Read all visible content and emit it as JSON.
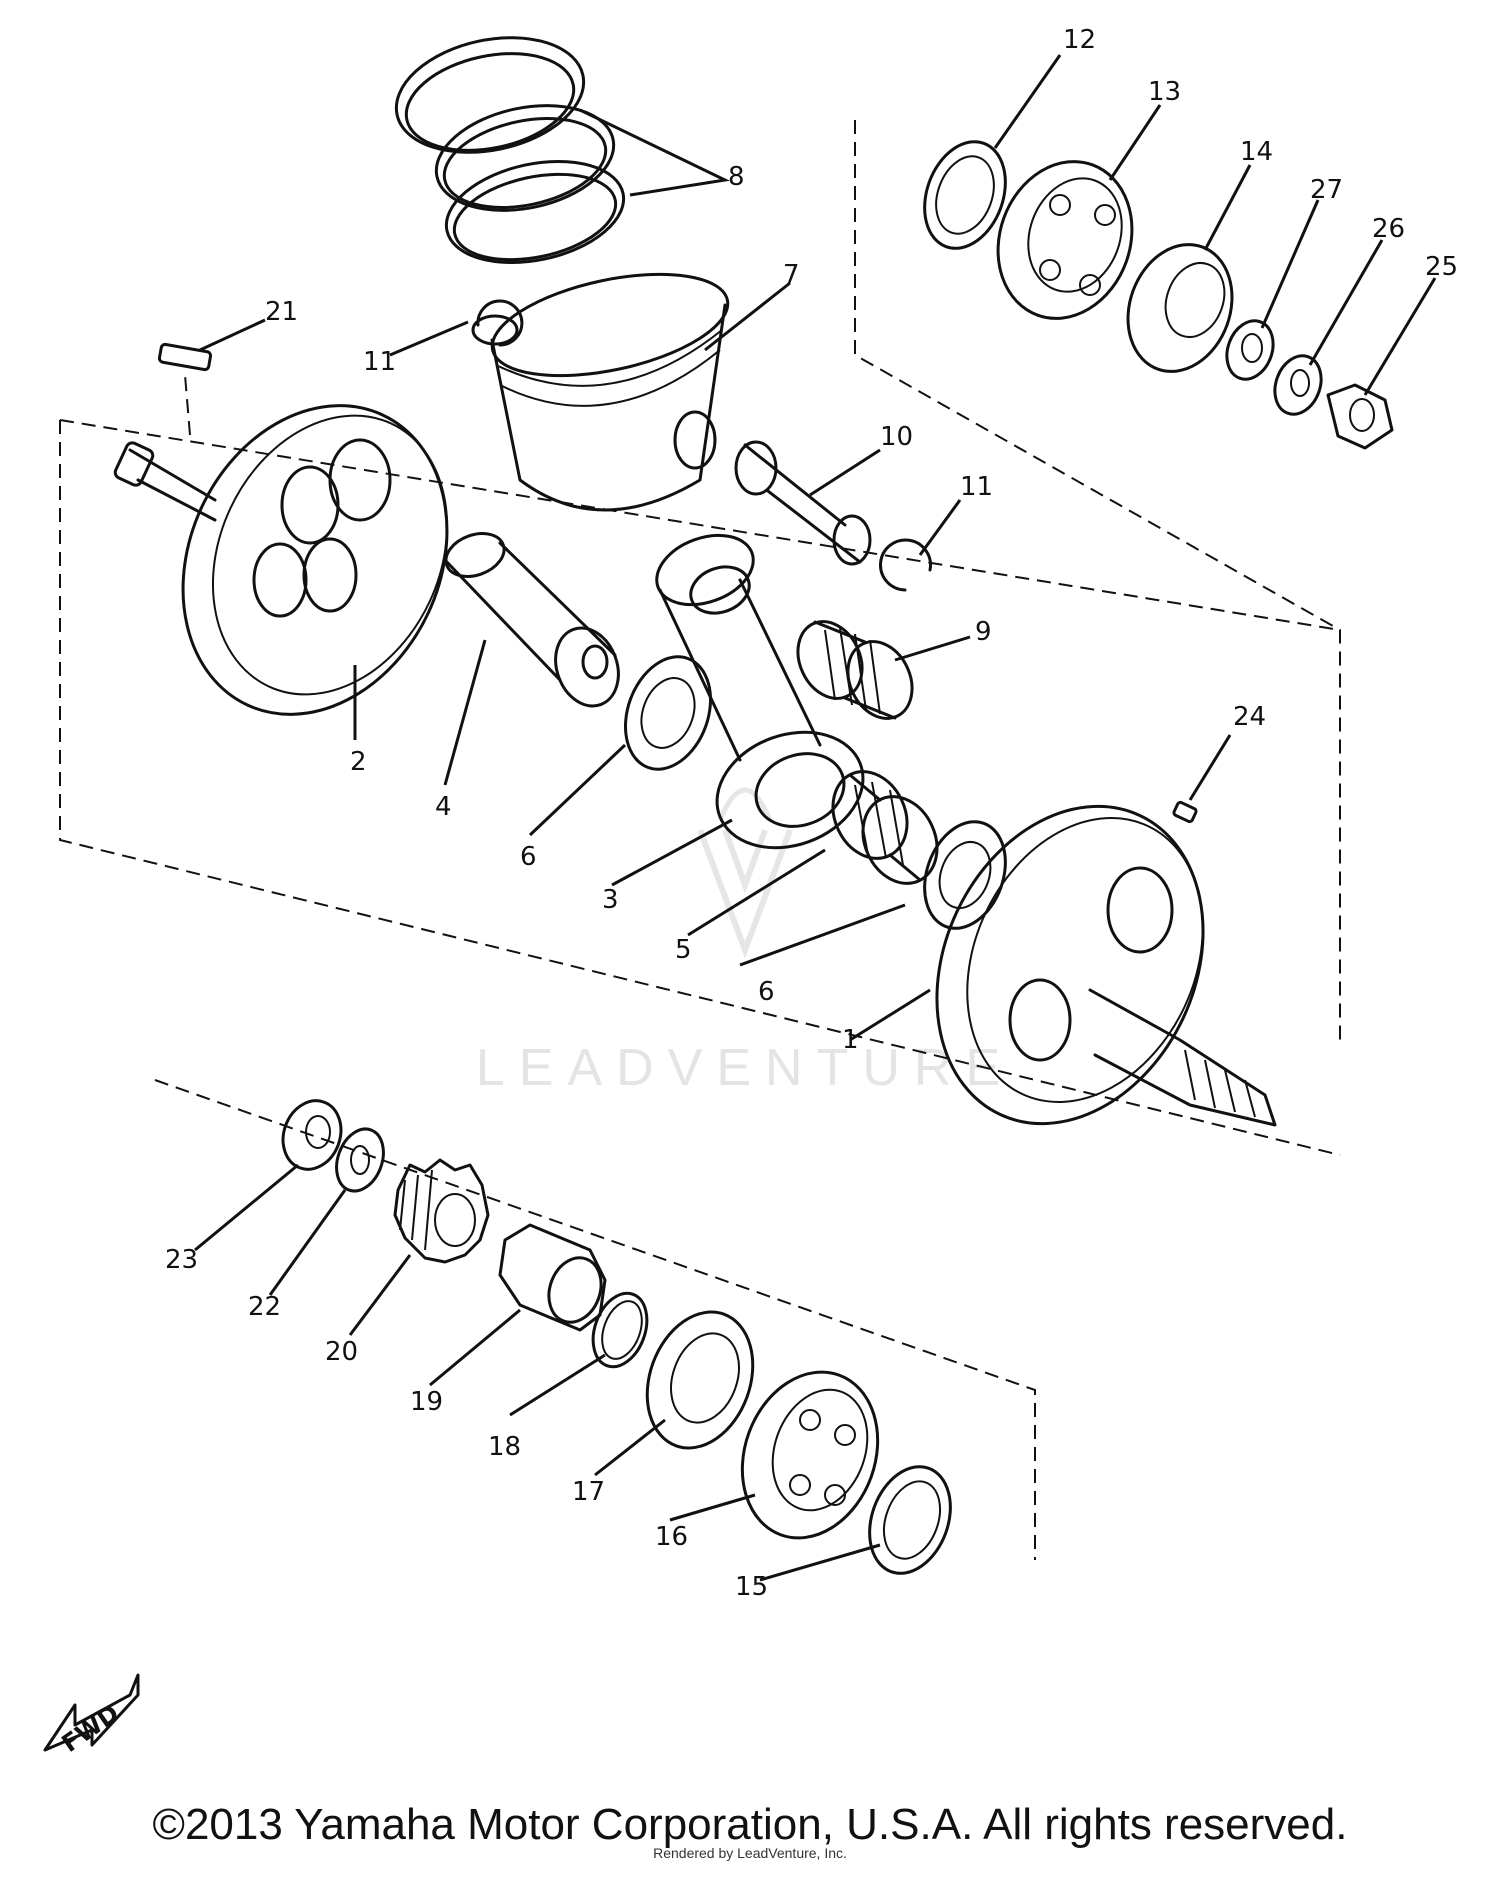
{
  "callouts": {
    "c1": "1",
    "c2": "2",
    "c3": "3",
    "c4": "4",
    "c5": "5",
    "c6a": "6",
    "c6b": "6",
    "c7": "7",
    "c8": "8",
    "c9": "9",
    "c10": "10",
    "c11a": "11",
    "c11b": "11",
    "c12": "12",
    "c13": "13",
    "c14": "14",
    "c15": "15",
    "c16": "16",
    "c17": "17",
    "c18": "18",
    "c19": "19",
    "c20": "20",
    "c21": "21",
    "c22": "22",
    "c23": "23",
    "c24": "24",
    "c25": "25",
    "c26": "26",
    "c27": "27"
  },
  "fwd_label": "FWD",
  "watermark": "LEADVENTURE",
  "footer": {
    "copyright": "©2013 Yamaha Motor Corporation, U.S.A. All rights reserved.",
    "rendered_by": "Rendered by LeadVenture, Inc."
  }
}
